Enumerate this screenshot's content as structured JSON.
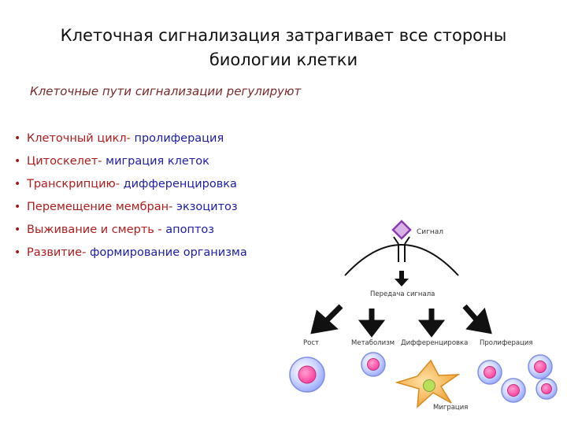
{
  "slide": {
    "title": "Клеточная сигнализация затрагивает все стороны биологии клетки",
    "subtitle": "Клеточные пути сигнализации регулируют",
    "bullets": [
      {
        "term": "Клеточный цикл- ",
        "value": "пролиферация"
      },
      {
        "term": "Цитоскелет-  ",
        "value": "миграция клеток"
      },
      {
        "term": "Транскрипцию- ",
        "value": "дифференцировка"
      },
      {
        "term": "Перемещение мембран- ",
        "value": "экзоцитоз"
      },
      {
        "term": "Выживание и смерть - ",
        "value": "апоптоз"
      },
      {
        "term": "Развитие- ",
        "value": "формирование организма"
      }
    ]
  },
  "diagram": {
    "signal_label": "Сигнал",
    "transduction_label": "Передача сигнала",
    "outcomes": [
      "Рост",
      "Метаболизм",
      "Дифференцировка",
      "Пролиферация"
    ],
    "migration_label": "Миграция"
  },
  "colors": {
    "term": "#b01c1c",
    "value": "#1c1ca8",
    "signal_fill": "#d9b3e6",
    "signal_stroke": "#8a3bb0",
    "cell_blue": "#aab8ff",
    "cell_pink": "#ff4fa8",
    "cell_yellow": "#f5b043",
    "nucleus_green": "#b8e05a"
  }
}
